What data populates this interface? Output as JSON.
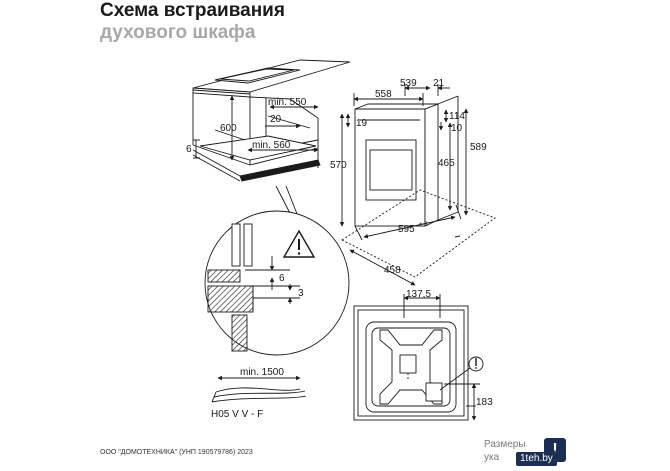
{
  "title": {
    "line1": "Схема встраивания",
    "line2": "духового шкафа"
  },
  "dimensions": {
    "min_550": "min. 550",
    "d600": "600",
    "d6_left": "6",
    "d20": "20",
    "min_560": "min. 560",
    "d558": "558",
    "d539": "539",
    "d21": "21",
    "d19": "19",
    "d114": "114",
    "d10": "10",
    "d589": "589",
    "d570": "570",
    "d465": "465",
    "d595": "595",
    "d595_tol": "+-1",
    "d458": "458",
    "d6_detail": "6",
    "d3_detail": "3",
    "d137_5": "137,5",
    "d183": "183",
    "cable_min": "min. 1500",
    "cable_type": "H05 V V - F"
  },
  "footer": {
    "copyright": "ООО \"ДОМОТЕХНИКА\" (УНП 190579786) 2023"
  },
  "badge": {
    "line1": "Размеры",
    "line2": "ука",
    "icon": "!",
    "site": "1teh.by"
  },
  "colors": {
    "line": "#1a1a1a",
    "hatch": "#1a1a1a",
    "gray_title": "#a8a8a8",
    "badge_bg": "#1c2f52"
  }
}
